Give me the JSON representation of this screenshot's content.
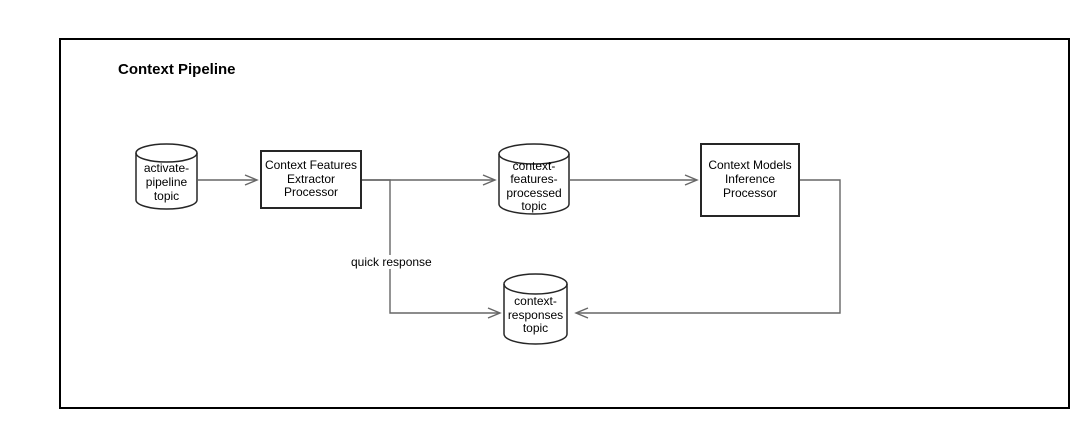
{
  "diagram": {
    "title": "Context Pipeline",
    "nodes": {
      "activate_pipeline_topic": {
        "label": "activate-\npipeline\ntopic",
        "type": "topic"
      },
      "features_extractor": {
        "label": "Context Features\nExtractor\nProcessor",
        "type": "processor"
      },
      "features_processed_topic": {
        "label": "context-\nfeatures-\nprocessed\ntopic",
        "type": "topic"
      },
      "models_inference": {
        "label": "Context Models\nInference\nProcessor",
        "type": "processor"
      },
      "responses_topic": {
        "label": "context-\nresponses\ntopic",
        "type": "topic"
      }
    },
    "edge_labels": {
      "quick_response": "quick response"
    }
  },
  "colors": {
    "background": "#ffffff",
    "frame-border": "#000000",
    "shape-border": "#262626",
    "edge": "#666666",
    "text": "#000000"
  }
}
